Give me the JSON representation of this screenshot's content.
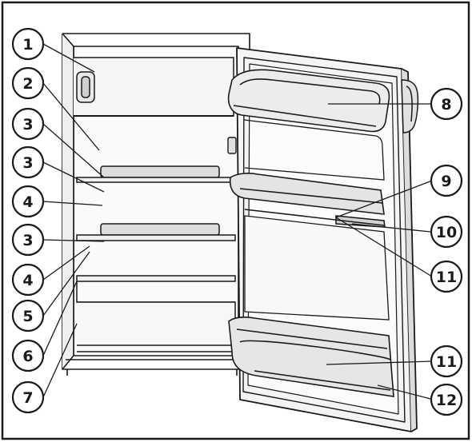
{
  "colors": {
    "line": "#1a1a1a",
    "fill_light": "#f3f3f3",
    "fill_mid": "#e2e2e2",
    "fill_dark": "#cfcfcf",
    "background": "#ffffff"
  },
  "callouts": [
    {
      "id": "c1",
      "text": "1"
    },
    {
      "id": "c2",
      "text": "2"
    },
    {
      "id": "c3a",
      "text": "3"
    },
    {
      "id": "c3b",
      "text": "3"
    },
    {
      "id": "c4a",
      "text": "4"
    },
    {
      "id": "c3c",
      "text": "3"
    },
    {
      "id": "c4b",
      "text": "4"
    },
    {
      "id": "c5",
      "text": "5"
    },
    {
      "id": "c6",
      "text": "6"
    },
    {
      "id": "c7",
      "text": "7"
    },
    {
      "id": "c8",
      "text": "8"
    },
    {
      "id": "c9",
      "text": "9"
    },
    {
      "id": "c10",
      "text": "10"
    },
    {
      "id": "c11a",
      "text": "11"
    },
    {
      "id": "c11b",
      "text": "11"
    },
    {
      "id": "c12",
      "text": "12"
    }
  ]
}
